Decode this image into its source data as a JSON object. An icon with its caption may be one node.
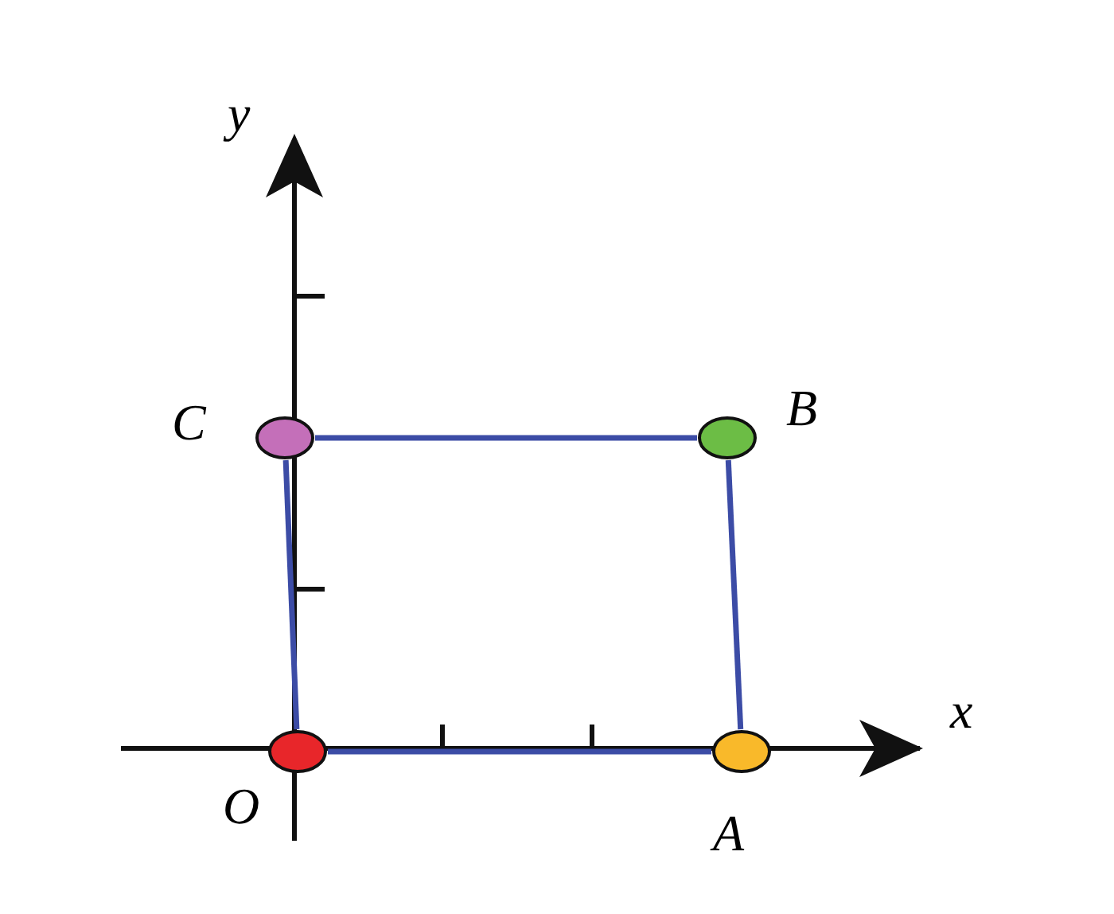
{
  "diagram": {
    "nodes": [
      {
        "text": [],
        "shape": "circle",
        "beside": [
          "O"
        ]
      },
      {
        "text": [],
        "shape": "circle",
        "beside": [
          "A"
        ]
      },
      {
        "text": [],
        "shape": "circle",
        "beside": [
          "B"
        ]
      },
      {
        "text": [],
        "shape": "circle",
        "beside": [
          "C"
        ]
      }
    ],
    "edges": [
      {
        "from": 0,
        "to": 1,
        "arrow": "none"
      },
      {
        "from": 1,
        "to": 2,
        "arrow": "none"
      },
      {
        "from": 2,
        "to": 3,
        "arrow": "none"
      },
      {
        "from": 3,
        "to": 0,
        "arrow": "none"
      }
    ],
    "labels": [
      "y",
      "x"
    ]
  }
}
